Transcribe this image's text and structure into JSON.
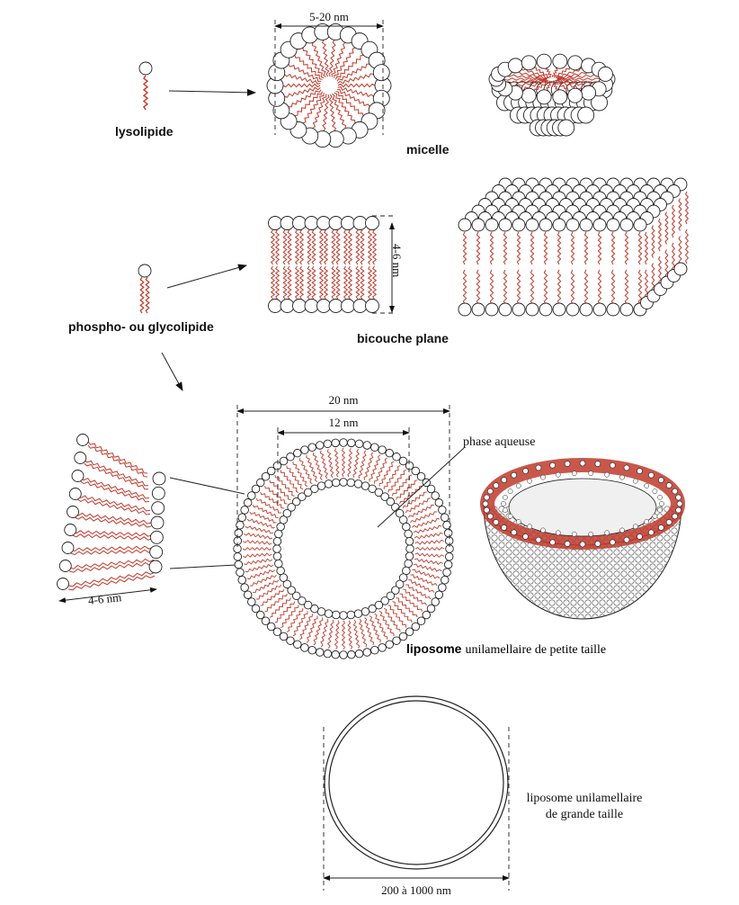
{
  "labels": {
    "lysolipid": "lysolipide",
    "micelle": "micelle",
    "phospholipid": "phospho- ou glycolipide",
    "bilayer": "bicouche plane",
    "liposome_small_bold": "liposome",
    "liposome_small_rest": "unilamellaire de petite taille",
    "aqueous": "phase aqueuse",
    "liposome_large_line1": "liposome unilamellaire",
    "liposome_large_line2": "de grande taille"
  },
  "dimensions": {
    "micelle": "5-20 nm",
    "bilayer": "4-6 nm",
    "liposome_outer": "20 nm",
    "liposome_inner": "12 nm",
    "leaflet": "4-6 nm",
    "large_liposome": "200 à 1000 nm"
  },
  "colors": {
    "tail": "#c0392b",
    "outline": "#222222",
    "head_fill": "#ffffff"
  }
}
